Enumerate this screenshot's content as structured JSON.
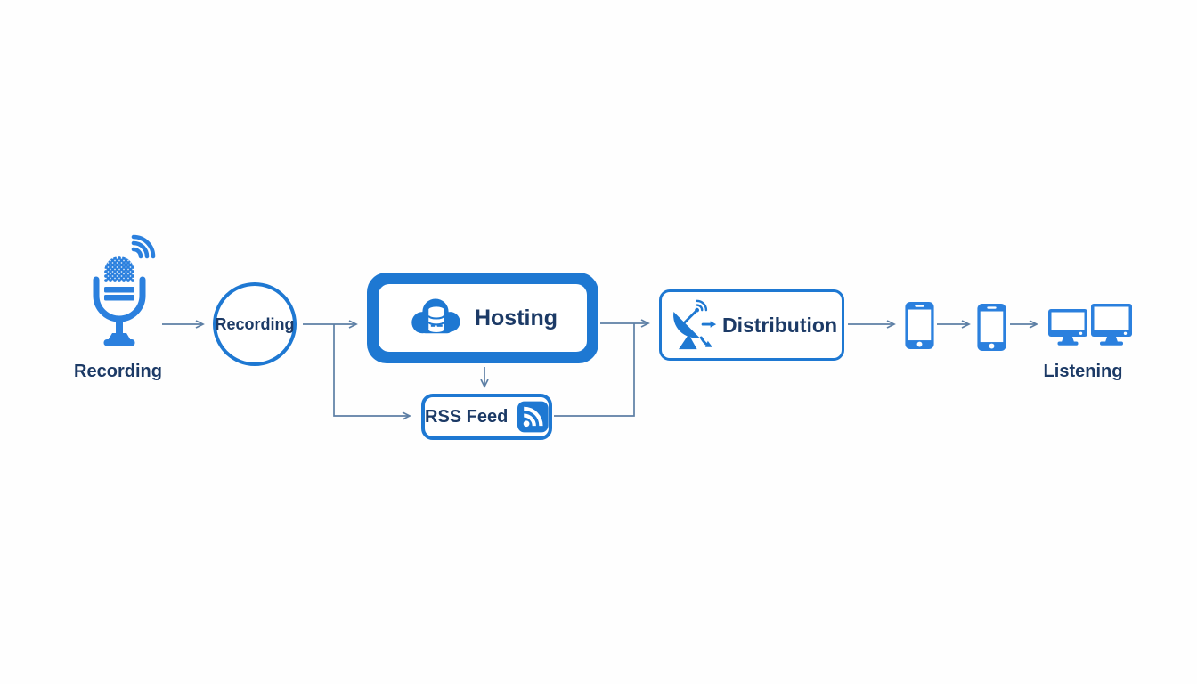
{
  "diagram": {
    "kind": "flowchart",
    "nodes": {
      "source": {
        "label": "Recording",
        "icon": "microphone-icon"
      },
      "recording": {
        "label": "Recording",
        "shape": "circle"
      },
      "hosting": {
        "label": "Hosting",
        "icon": "cloud-server-icon"
      },
      "rss": {
        "label": "RSS Feed",
        "icon": "rss-icon"
      },
      "distribution": {
        "label": "Distribution",
        "icon": "satellite-dish-icon"
      },
      "devices": {
        "icons": [
          "smartphone-icon",
          "smartphone-icon",
          "desktop-monitors-icon"
        ]
      },
      "listening": {
        "label": "Listening"
      }
    },
    "edges": [
      {
        "from": "source",
        "to": "recording"
      },
      {
        "from": "recording",
        "to": "hosting"
      },
      {
        "from": "recording",
        "to": "rss"
      },
      {
        "from": "hosting",
        "to": "rss"
      },
      {
        "from": "hosting",
        "to": "distribution"
      },
      {
        "from": "rss",
        "to": "distribution"
      },
      {
        "from": "distribution",
        "to": "smartphone-1"
      },
      {
        "from": "smartphone-1",
        "to": "smartphone-2"
      },
      {
        "from": "smartphone-2",
        "to": "monitors"
      }
    ],
    "colors": {
      "primary_blue": "#1e78d2",
      "icon_blue": "#2b80de",
      "text_navy": "#1c3a66",
      "arrow_gray_blue": "#5d7fa5",
      "background": "#fefefe"
    }
  }
}
